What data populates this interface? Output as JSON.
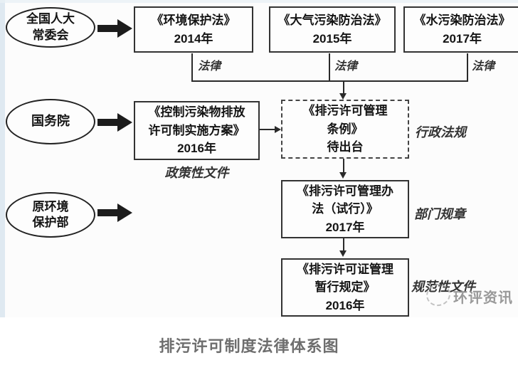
{
  "caption": "排污许可制度法律体系图",
  "watermark_text": "环评资讯",
  "actors": {
    "npc": {
      "line1": "全国人大",
      "line2": "常委会"
    },
    "state_council": {
      "line1": "国务院"
    },
    "former_mep": {
      "line1": "原环境",
      "line2": "保护部"
    }
  },
  "laws": [
    {
      "title": "《环境保护法》",
      "year": "2014年",
      "tag": "法律"
    },
    {
      "title": "《大气污染防治法》",
      "year": "2015年",
      "tag": "法律"
    },
    {
      "title": "《水污染防治法》",
      "year": "2017年",
      "tag": "法律"
    }
  ],
  "policy": {
    "line1": "《控制污染物排放",
    "line2": "许可制实施方案》",
    "line3": "2016年",
    "tag": "政策性文件"
  },
  "admin_regulation": {
    "line1": "《排污许可管理",
    "line2": "条例》",
    "line3": "待出台",
    "tag": "行政法规"
  },
  "dept_rule": {
    "line1": "《排污许可管理办",
    "line2": "法（试行）》",
    "line3": "2017年",
    "tag": "部门规章"
  },
  "normative_doc": {
    "line1": "《排污许可证管理",
    "line2": "暂行规定》",
    "line3": "2016年",
    "tag": "规范性文件"
  },
  "colors": {
    "line": "#2a2a2a",
    "box_border": "#333333",
    "caption_text": "#6e6e6e",
    "watermark": "#8f8f8f",
    "left_edge_tint": "#d9e5ef"
  }
}
